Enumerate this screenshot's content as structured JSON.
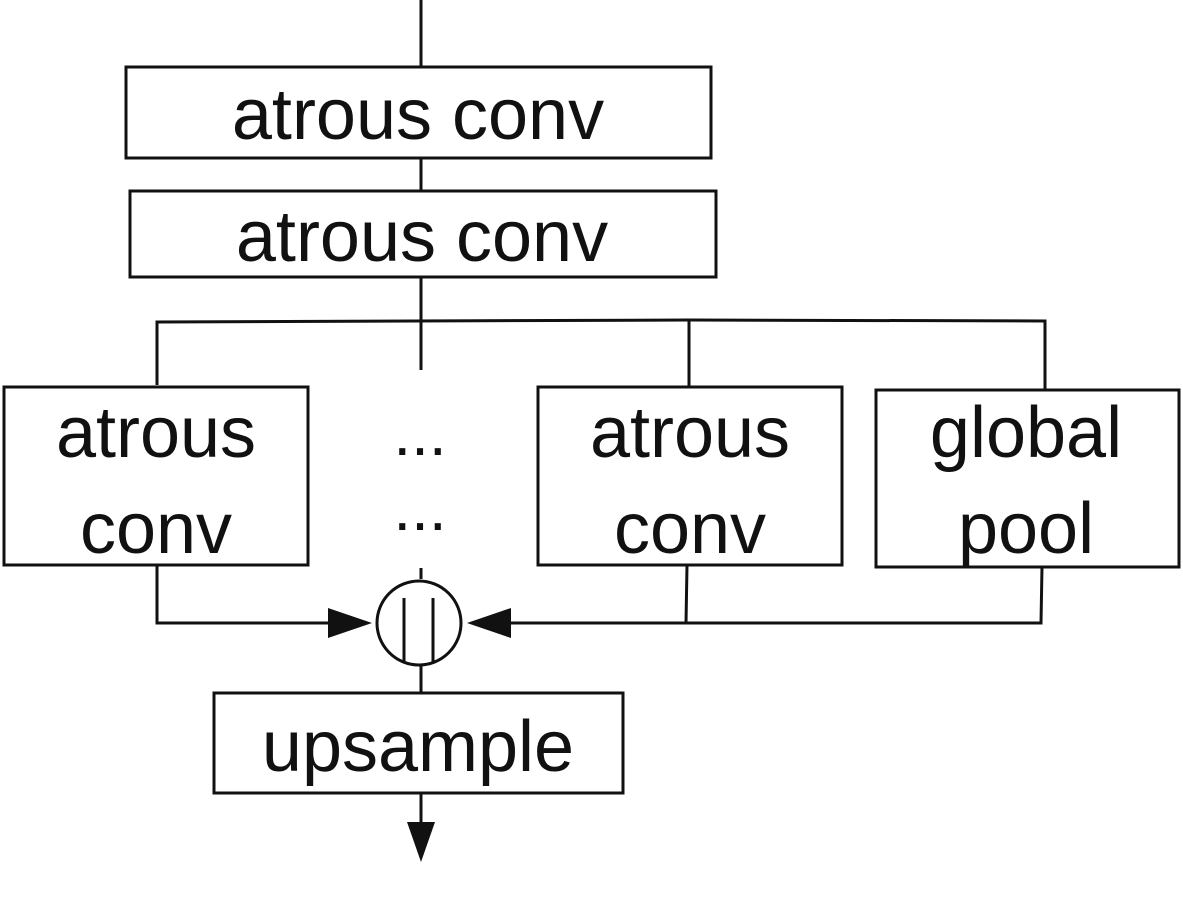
{
  "colors": {
    "stroke": "#111111",
    "background": "#ffffff"
  },
  "blocks": {
    "atrous_conv_top": {
      "label": "atrous conv"
    },
    "atrous_conv_second": {
      "label": "atrous conv"
    },
    "branch_atrous_conv_1": {
      "line1": "atrous",
      "line2": "conv"
    },
    "branch_ellipsis": {
      "line1": "...",
      "line2": "..."
    },
    "branch_atrous_conv_2": {
      "line1": "atrous",
      "line2": "conv"
    },
    "branch_global_pool": {
      "line1": "global",
      "line2": "pool"
    },
    "upsample": {
      "label": "upsample"
    }
  },
  "concat_icon": "concatenation-icon"
}
